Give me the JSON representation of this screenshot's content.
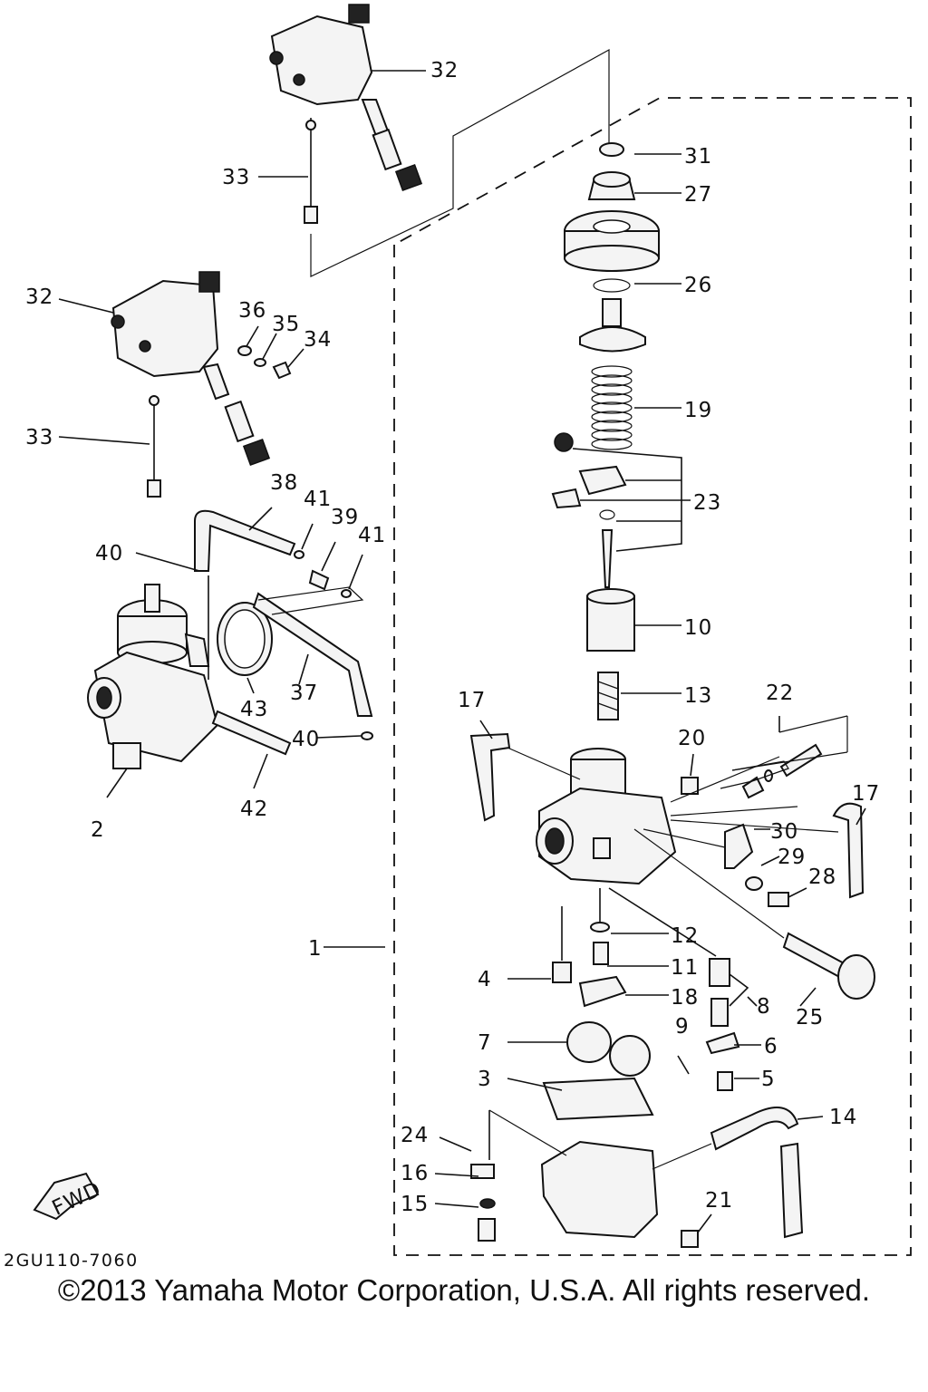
{
  "diagram": {
    "drawing_code": "2GU110-7060",
    "copyright": "©2013 Yamaha Motor Corporation, U.S.A. All rights reserved.",
    "fwd_label": "FWD",
    "labels": {
      "p1": "1",
      "p2": "2",
      "p3": "3",
      "p4": "4",
      "p5": "5",
      "p6": "6",
      "p7": "7",
      "p8": "8",
      "p9": "9",
      "p10": "10",
      "p11": "11",
      "p12": "12",
      "p13": "13",
      "p14": "14",
      "p15": "15",
      "p16": "16",
      "p17a": "17",
      "p17b": "17",
      "p18": "18",
      "p19": "19",
      "p20": "20",
      "p21": "21",
      "p22": "22",
      "p23": "23",
      "p24": "24",
      "p25": "25",
      "p26": "26",
      "p27": "27",
      "p28": "28",
      "p29": "29",
      "p30": "30",
      "p31": "31",
      "p32a": "32",
      "p32b": "32",
      "p33a": "33",
      "p33b": "33",
      "p34": "34",
      "p35": "35",
      "p36": "36",
      "p37": "37",
      "p38": "38",
      "p39": "39",
      "p40a": "40",
      "p40b": "40",
      "p41a": "41",
      "p41b": "41",
      "p42": "42",
      "p43": "43"
    }
  }
}
